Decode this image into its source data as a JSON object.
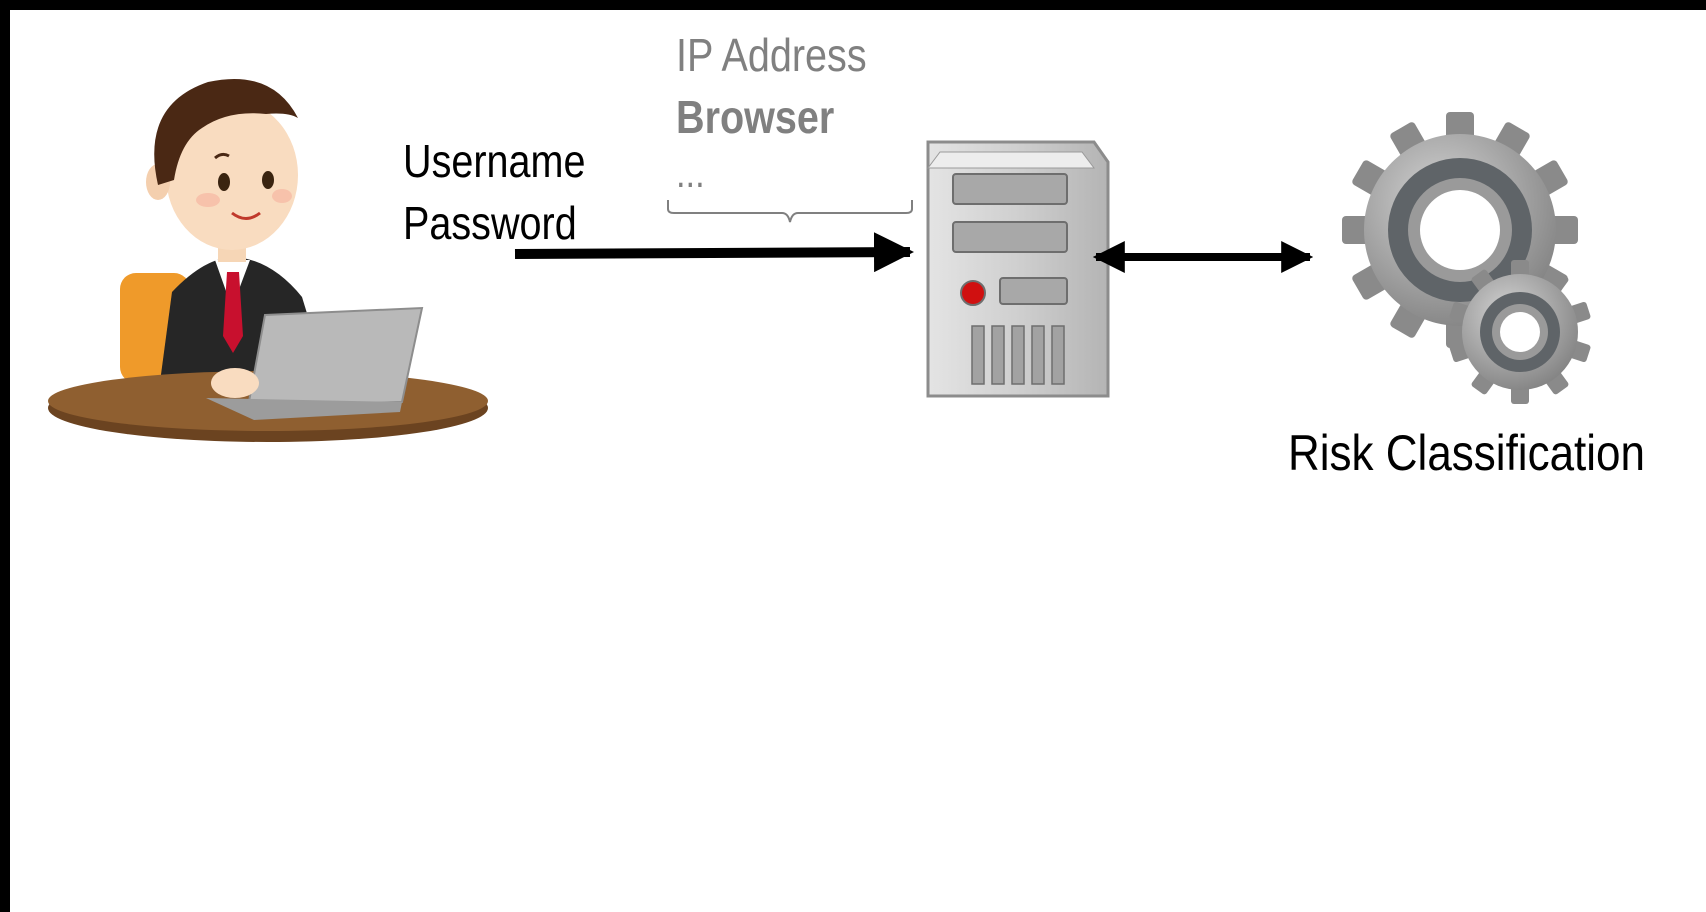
{
  "labels": {
    "credentials": [
      "Username",
      "Password"
    ],
    "metadata": [
      "IP Address",
      "Browser",
      "..."
    ],
    "risk": "Risk Classification"
  },
  "nodes": [
    {
      "id": "user",
      "icon": "user-at-laptop-icon"
    },
    {
      "id": "server",
      "icon": "server-tower-icon"
    },
    {
      "id": "risk-engine",
      "icon": "gears-icon"
    }
  ],
  "edges": [
    {
      "from": "user",
      "to": "server",
      "direction": "one-way"
    },
    {
      "from": "server",
      "to": "risk-engine",
      "direction": "two-way"
    }
  ],
  "colors": {
    "background": "#ffffff",
    "frame": "#000000",
    "metadata_text": "#808080",
    "arrow": "#000000",
    "table": "#8a5a2b",
    "suit": "#222222",
    "tie": "#c8102e",
    "laptop": "#b8b8b8",
    "server_body": "#c9c9c9",
    "server_led": "#d01010",
    "gear": "#9a9a9a"
  }
}
